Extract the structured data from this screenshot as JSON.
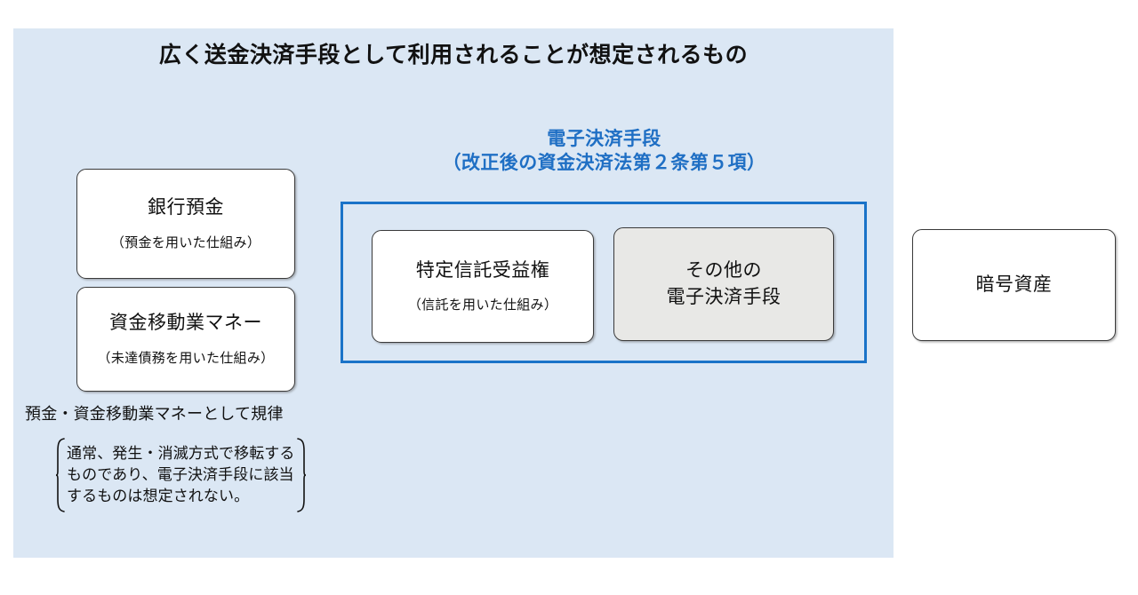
{
  "page": {
    "title": "広く送金決済手段として利用されることが想定されるもの",
    "background_color": "#dbe7f4",
    "accent_color": "#1a73c8"
  },
  "left_column": {
    "nodes": [
      {
        "name": "bank-deposit",
        "title": "銀行預金",
        "subtitle": "（預金を用いた仕組み）"
      },
      {
        "name": "funds-transfer-money",
        "title": "資金移動業マネー",
        "subtitle": "（未達債務を用いた仕組み）"
      }
    ],
    "caption": "預金・資金移動業マネーとして規律",
    "note": {
      "line1": "通常、発生・消滅方式で移転する",
      "line2": "ものであり、電子決済手段に該当",
      "line3": "するものは想定されない。"
    }
  },
  "emoney_group": {
    "header_line1": "電子決済手段",
    "header_line2": "（改正後の資金決済法第２条第５項）",
    "border_color": "#1a73c8",
    "nodes": [
      {
        "name": "specified-trust-beneficiary-right",
        "title": "特定信託受益権",
        "subtitle": "（信託を用いた仕組み）"
      },
      {
        "name": "other-electronic-payment-instruments",
        "title_line1": "その他の",
        "title_line2": "電子決済手段",
        "fill_color": "#e8e8e6"
      }
    ]
  },
  "right_column": {
    "node": {
      "name": "crypto-asset",
      "title": "暗号資産"
    }
  }
}
